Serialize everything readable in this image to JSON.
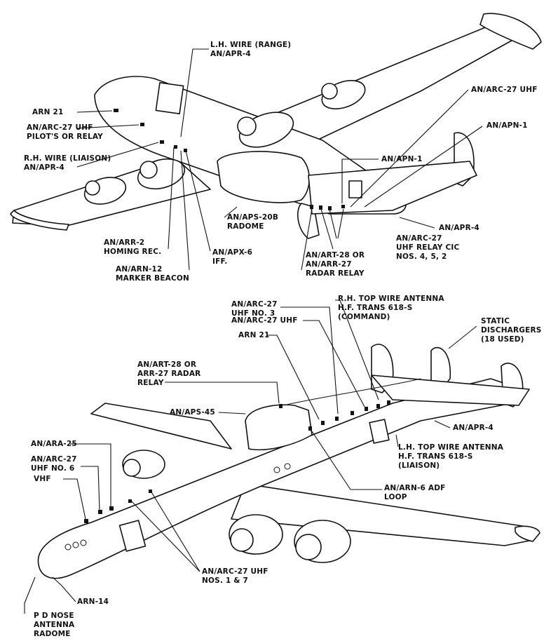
{
  "figure": {
    "top_aircraft_labels": {
      "lh_wire_range": "L.H. WIRE (RANGE)\nAN/APR-4",
      "arn_21": "ARN 21",
      "arc27_pilots_relay": "AN/ARC-27 UHF\nPILOT'S OR RELAY",
      "rh_wire_liaison": "R.H. WIRE (LIAISON)\nAN/APR-4",
      "arc27_uhf": "AN/ARC-27 UHF",
      "apn1_a": "AN/APN-1",
      "apn1_b": "AN/APN-1",
      "apr4": "AN/APR-4",
      "aps20b": "AN/APS-20B\nRADOME",
      "arr2": "AN/ARR-2\nHOMING REC.",
      "apx6": "AN/APX-6\nIFF.",
      "arn12": "AN/ARN-12\nMARKER BEACON",
      "art28_arr27": "AN/ART-28 OR\nAN/ARR-27\nRADAR RELAY",
      "arc27_relay_cic": "AN/ARC-27\nUHF RELAY CIC\nNOS. 4, 5, 2"
    },
    "bottom_aircraft_labels": {
      "arc27_no3": "AN/ARC-27\nUHF NO. 3",
      "arc27_uhf2": "AN/ARC-27 UHF",
      "rh_top_wire": "R.H. TOP WIRE ANTENNA\nH.F. TRANS 618-S\n(COMMAND)",
      "static_dischargers": "STATIC\nDISCHARGERS\n(18 USED)",
      "arn21b": "ARN 21",
      "art28_radar_relay": "AN/ART-28 OR\nARR-27 RADAR\nRELAY",
      "aps45": "AN/APS-45",
      "apr4b": "AN/APR-4",
      "lh_top_wire": "L.H. TOP WIRE ANTENNA\nH.F. TRANS 618-S\n(LIAISON)",
      "ara25": "AN/ARA-25",
      "arc27_no6": "AN/ARC-27\nUHF NO. 6",
      "vhf": "VHF",
      "arn6": "AN/ARN-6 ADF\nLOOP",
      "arc27_nos17": "AN/ARC-27 UHF\nNOS. 1 & 7",
      "arn14": "ARN-14",
      "pd_nose": "P D NOSE\nANTENNA\nRADOME"
    }
  }
}
